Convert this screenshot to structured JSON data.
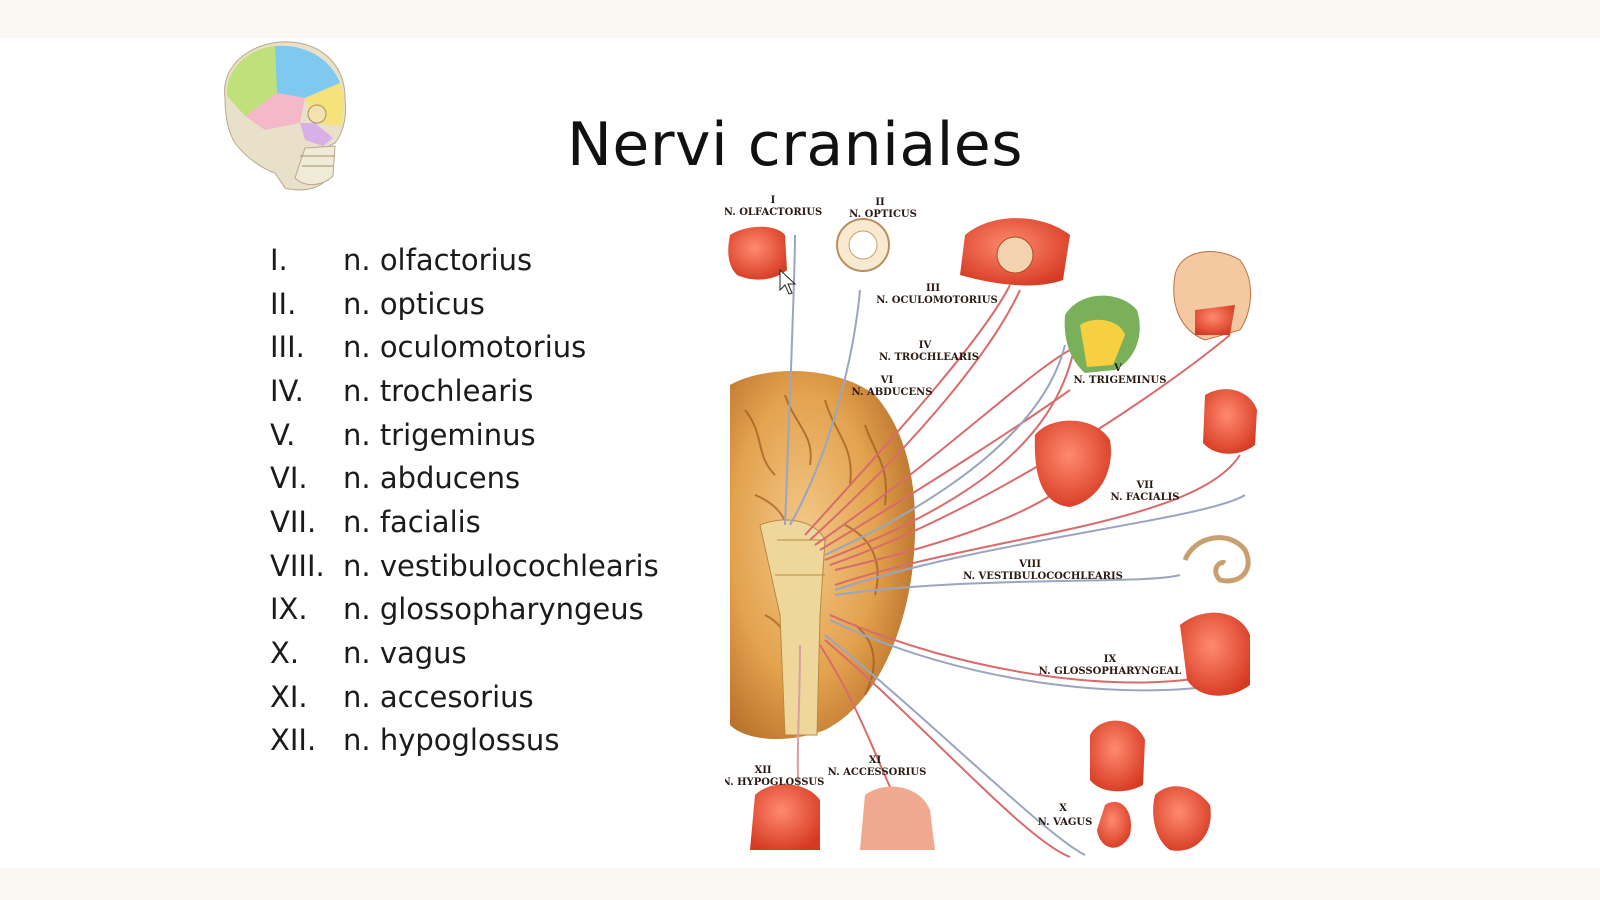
{
  "slide": {
    "title": "Nervi craniales"
  },
  "nerves": [
    {
      "num": "I.",
      "name": "n. olfactorius"
    },
    {
      "num": "II.",
      "name": "n. opticus"
    },
    {
      "num": "III.",
      "name": "n. oculomotorius"
    },
    {
      "num": "IV.",
      "name": "n. trochlearis"
    },
    {
      "num": "V.",
      "name": "n. trigeminus"
    },
    {
      "num": "VI.",
      "name": "n. abducens"
    },
    {
      "num": "VII.",
      "name": "n. facialis"
    },
    {
      "num": "VIII.",
      "name": "n. vestibulocochlearis"
    },
    {
      "num": "IX.",
      "name": "n. glossopharyngeus"
    },
    {
      "num": "X.",
      "name": "n. vagus"
    },
    {
      "num": "XI.",
      "name": "n. accesorius"
    },
    {
      "num": "XII.",
      "name": "n. hypoglossus"
    }
  ],
  "diagram": {
    "labels": [
      {
        "num": "I",
        "name": "N. OLFACTORIUS"
      },
      {
        "num": "II",
        "name": "N. OPTICUS"
      },
      {
        "num": "III",
        "name": "N. OCULOMOTORIUS"
      },
      {
        "num": "IV",
        "name": "N. TROCHLEARIS"
      },
      {
        "num": "VI",
        "name": "N. ABDUCENS"
      },
      {
        "num": "V",
        "name": "N. TRIGEMINUS"
      },
      {
        "num": "VII",
        "name": "N. FACIALIS"
      },
      {
        "num": "VIII",
        "name": "N. VESTIBULOCOCHLEARIS"
      },
      {
        "num": "IX",
        "name": "N. GLOSSOPHARYNGEAL"
      },
      {
        "num": "XII",
        "name": "N. HYPOGLOSSUS"
      },
      {
        "num": "XI",
        "name": "N. ACCESSORIUS"
      },
      {
        "num": "X",
        "name": "N. VAGUS"
      }
    ]
  }
}
